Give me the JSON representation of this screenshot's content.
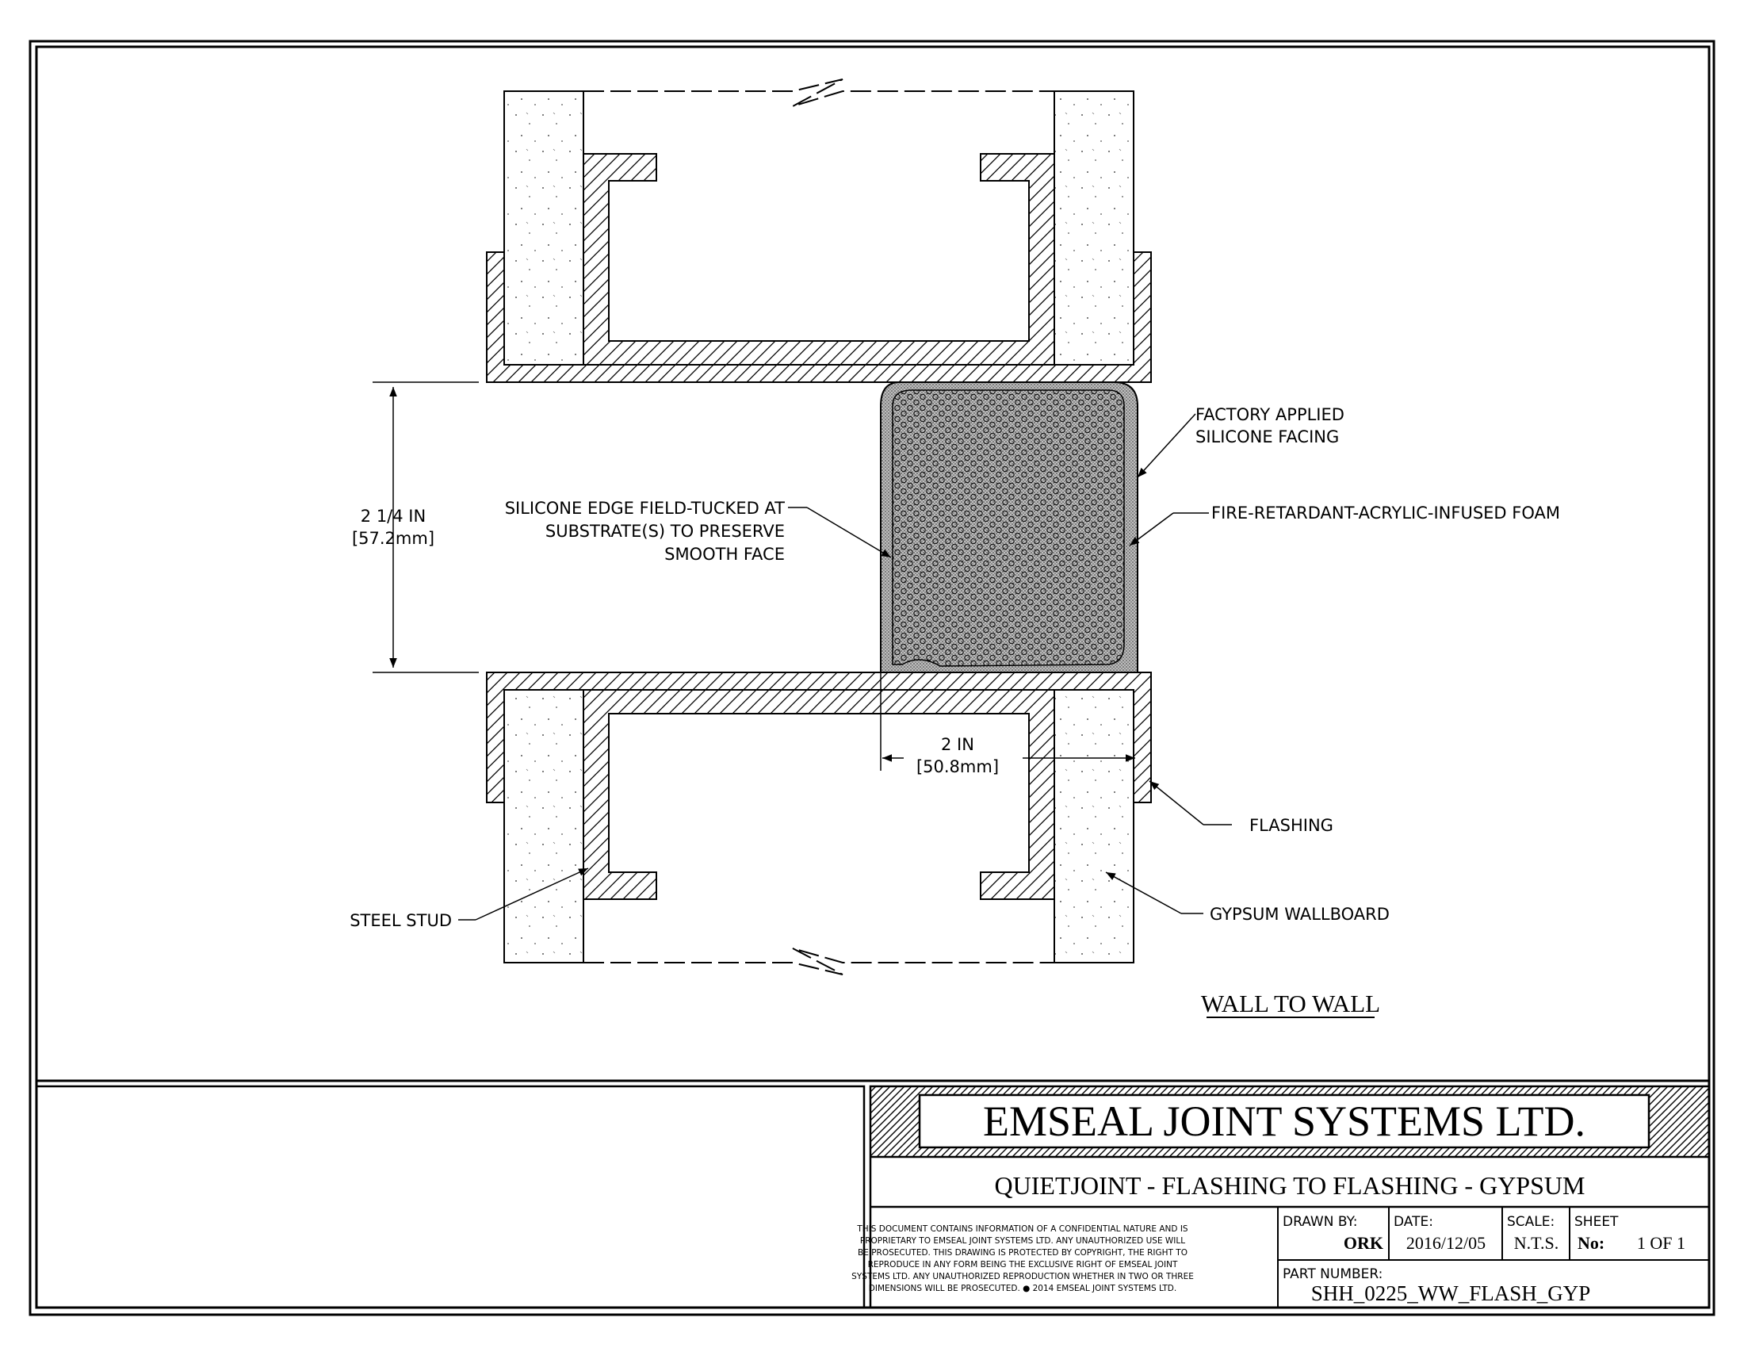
{
  "labels": {
    "factory_facing_line1": "FACTORY APPLIED",
    "factory_facing_line2": "SILICONE FACING",
    "foam": "FIRE-RETARDANT-ACRYLIC-INFUSED FOAM",
    "edge_line1": "SILICONE EDGE FIELD-TUCKED AT",
    "edge_line2": "SUBSTRATE(S) TO PRESERVE",
    "edge_line3": "SMOOTH FACE",
    "height_dim_line1": "2 1/4 IN",
    "height_dim_line2": "[57.2mm]",
    "width_dim_line1": "2 IN",
    "width_dim_line2": "[50.8mm]",
    "flashing": "FLASHING",
    "gypsum": "GYPSUM WALLBOARD",
    "steel_stud": "STEEL STUD",
    "view_title": "WALL TO WALL"
  },
  "title_block": {
    "company": "EMSEAL JOINT SYSTEMS LTD.",
    "drawing_title": "QUIETJOINT - FLASHING TO FLASHING - GYPSUM",
    "confidential": [
      "THIS DOCUMENT CONTAINS INFORMATION OF A CONFIDENTIAL NATURE AND IS",
      "PROPRIETARY TO EMSEAL JOINT SYSTEMS LTD. ANY UNAUTHORIZED USE WILL",
      "BE PROSECUTED. THIS DRAWING IS PROTECTED BY COPYRIGHT, THE RIGHT TO",
      "REPRODUCE IN ANY FORM BEING THE EXCLUSIVE RIGHT OF EMSEAL JOINT",
      "SYSTEMS LTD. ANY UNAUTHORIZED REPRODUCTION WHETHER IN TWO OR THREE",
      "DIMENSIONS WILL BE PROSECUTED. ● 2014 EMSEAL JOINT SYSTEMS LTD."
    ],
    "drawn_by_label": "DRAWN BY:",
    "drawn_by": "ORK",
    "date_label": "DATE:",
    "date": "2016/12/05",
    "scale_label": "SCALE:",
    "scale": "N.T.S.",
    "sheet_label": "SHEET",
    "sheet_no_label": "No:",
    "sheet_value": "1 OF 1",
    "part_number_label": "PART NUMBER:",
    "part_number": "SHH_0225_WW_FLASH_GYP"
  }
}
